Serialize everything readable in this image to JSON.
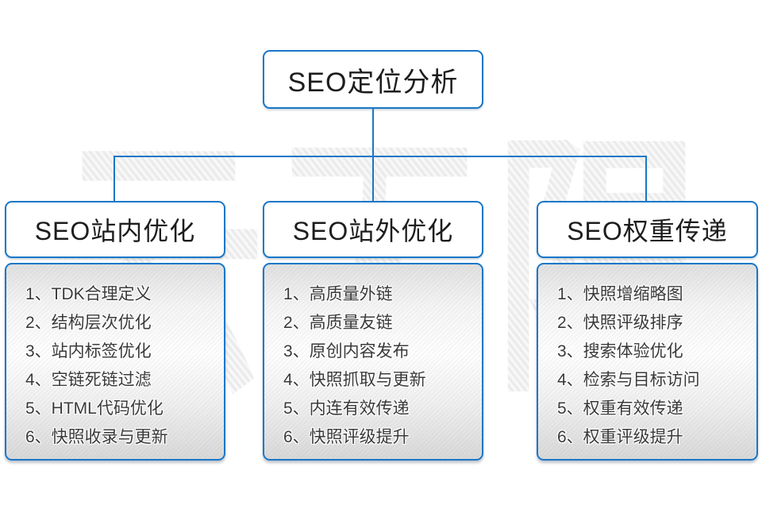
{
  "diagram": {
    "watermark": "云无限",
    "root": {
      "label": "SEO定位分析"
    },
    "columns": [
      {
        "header": "SEO站内优化",
        "items": [
          "1、TDK合理定义",
          "2、结构层次优化",
          "3、站内标签优化",
          "4、空链死链过滤",
          "5、HTML代码优化",
          "6、快照收录与更新"
        ]
      },
      {
        "header": "SEO站外优化",
        "items": [
          "1、高质量外链",
          "2、高质量友链",
          "3、原创内容发布",
          "4、快照抓取与更新",
          "5、内连有效传递",
          "6、快照评级提升"
        ]
      },
      {
        "header": "SEO权重传递",
        "items": [
          "1、快照增缩略图",
          "2、快照评级排序",
          "3、搜索体验优化",
          "4、检索与目标访问",
          "5、权重有效传递",
          "6、权重评级提升"
        ]
      }
    ],
    "colors": {
      "accent": "#1877c8",
      "header_text": "#1d1d1d",
      "item_text": "#3a3a3a",
      "watermark": "#ededed"
    }
  }
}
